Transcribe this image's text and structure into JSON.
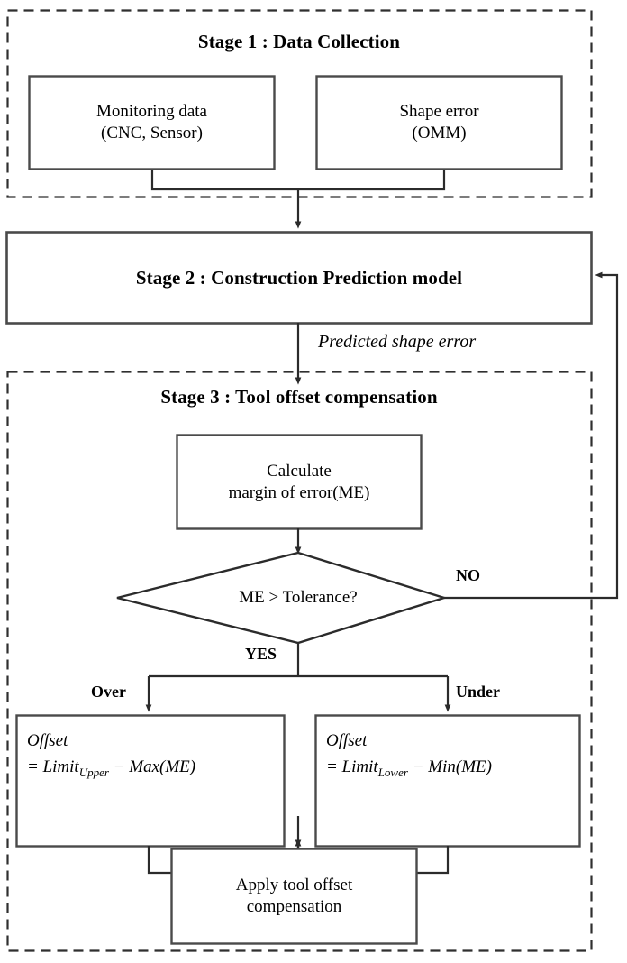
{
  "diagram": {
    "type": "flowchart",
    "title_implicit": "Tool offset compensation workflow",
    "colors": {
      "stroke": "#3a3a3a",
      "dashed_stroke": "#2f2f2f",
      "text": "#000000",
      "background": "#ffffff"
    }
  },
  "stage1": {
    "title": "Stage 1 : Data Collection",
    "boxes": [
      {
        "line1": "Monitoring data",
        "line2": "(CNC, Sensor)"
      },
      {
        "line1": "Shape error",
        "line2": "(OMM)"
      }
    ]
  },
  "stage2": {
    "title": "Stage 2 : Construction Prediction model"
  },
  "connector_labels": {
    "predicted_shape_error": "Predicted shape error",
    "yes": "YES",
    "no": "NO",
    "over": "Over",
    "under": "Under"
  },
  "stage3": {
    "title": "Stage 3 : Tool offset compensation",
    "calculate_box": {
      "line1": "Calculate",
      "line2": "margin of error(ME)"
    },
    "decision": {
      "label": "ME > Tolerance?"
    },
    "offset_over": {
      "line1": "Offset",
      "line2_prefix": "= Limit",
      "line2_sub": "Upper",
      "line2_suffix": " − Max(ME)"
    },
    "offset_under": {
      "line1": "Offset",
      "line2_prefix": "= Limit",
      "line2_sub": "Lower",
      "line2_suffix": " − Min(ME)"
    },
    "apply_box": {
      "line1": "Apply tool offset",
      "line2": "compensation"
    }
  }
}
